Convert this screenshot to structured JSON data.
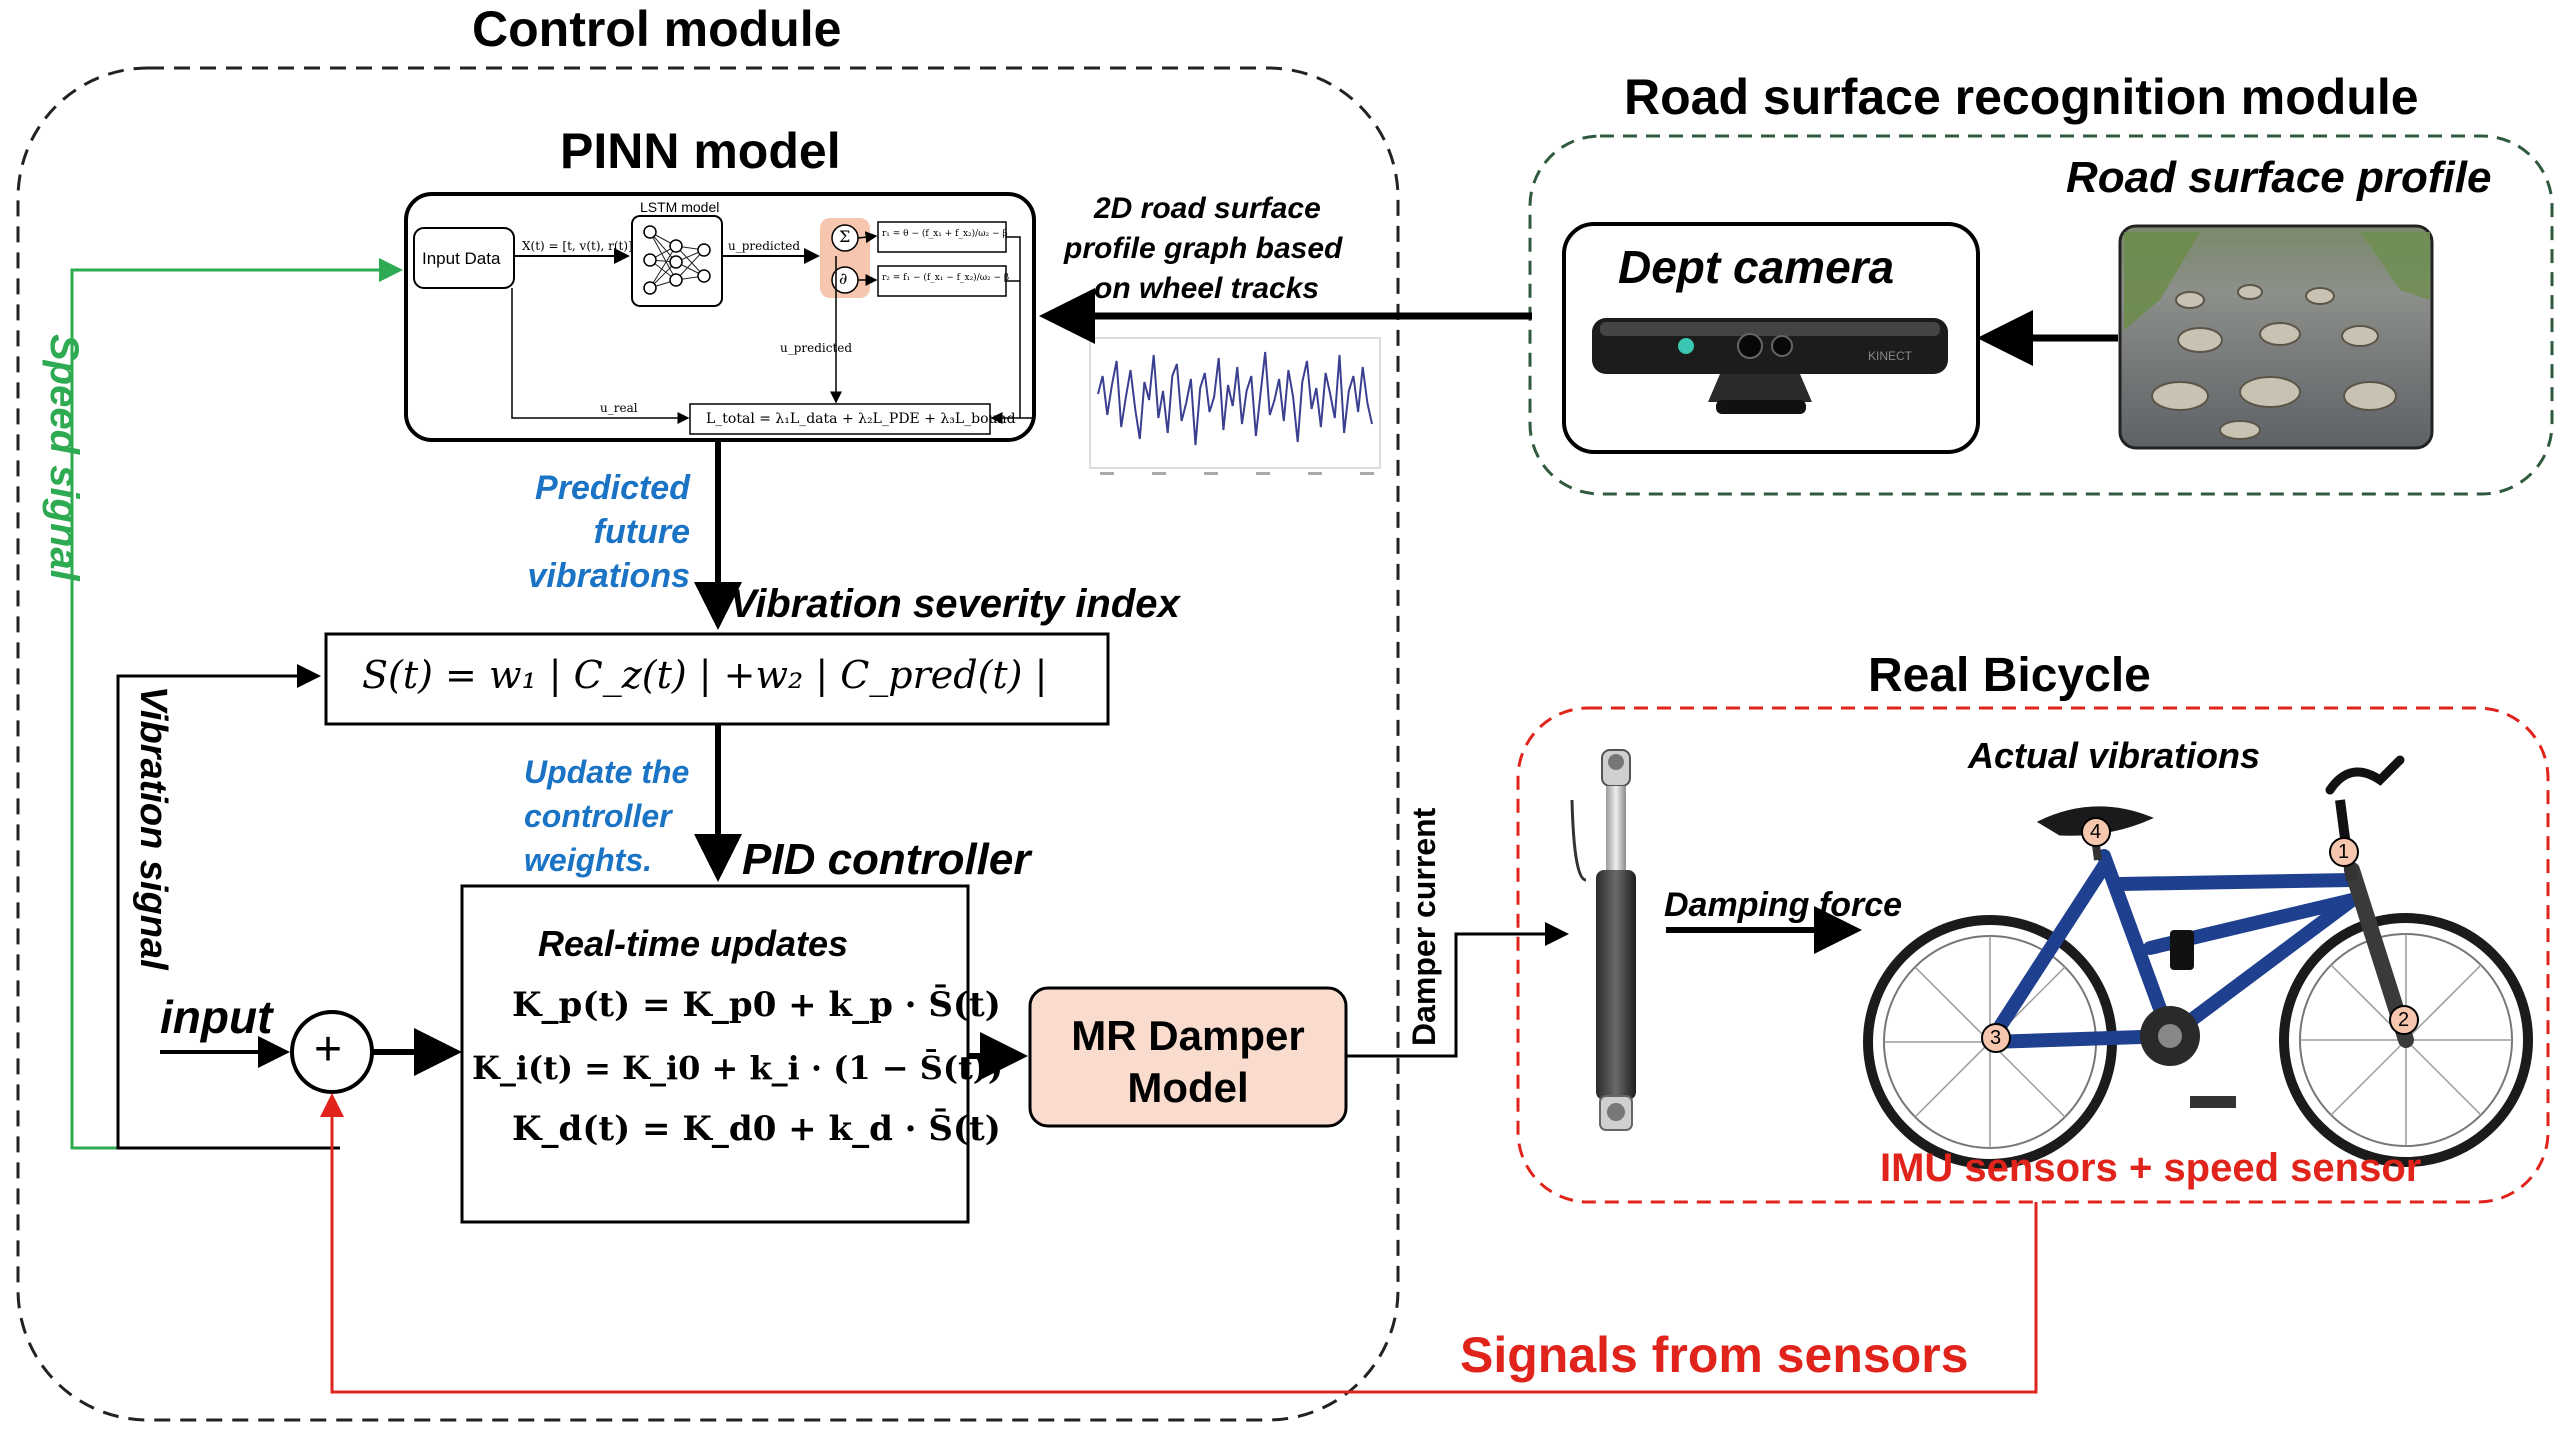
{
  "titles": {
    "control_module": "Control module",
    "pinn_model": "PINN model",
    "road_module": "Road surface recognition module",
    "road_profile": "Road surface profile",
    "real_bicycle": "Real Bicycle",
    "pid_controller": "PID controller",
    "vibration_severity": "Vibration severity index"
  },
  "pinn_box": {
    "input_data": "Input Data",
    "lstm_model": "LSTM model",
    "x_eq": "X(t) = [t, v(t), r(t)]",
    "u_pred": "u_predicted",
    "u_pred2": "u_predicted",
    "u_real": "u_real",
    "node_a": "Σ",
    "node_b": "∂",
    "eq1": "r₁ = θ − (f_x₁ + f_x₂)/ω₂ − β",
    "eq2": "r₂ = f₁ − (f_x₁ − f_x₂)/ω₂ − β",
    "loss": "L_total = λ₁L_data + λ₂L_PDE + λ₃L_bound"
  },
  "labels": {
    "road_graph": [
      "2D road surface",
      "profile graph based",
      "on wheel tracks"
    ],
    "predicted": [
      "Predicted",
      "future",
      "vibrations"
    ],
    "update": [
      "Update the",
      "controller",
      "weights."
    ],
    "speed_signal": "Speed signal",
    "vibration_signal": "Vibration signal",
    "input": "input",
    "plus": "+",
    "damper_current": "Damper current",
    "damping_force": "Damping force",
    "actual_vibrations": "Actual vibrations",
    "imu": "IMU sensors + speed sensor",
    "signals_from_sensors": "Signals from sensors",
    "dept_camera": "Dept camera",
    "camera_brand": "KINECT"
  },
  "severity_formula": "S(t) = w₁ | C_z(t) | +w₂ | C_pred(t) |",
  "pid_box": {
    "heading": "Real-time updates",
    "kp": "K_p(t) = K_p0 + k_p · S̄(t)",
    "ki": "K_i(t) = K_i0 + k_i · (1 − S̄(t))",
    "kd": "K_d(t) = K_d0 + k_d · S̄(t)"
  },
  "mr_damper": [
    "MR Damper",
    "Model"
  ],
  "sensor_markers": [
    "1",
    "2",
    "3",
    "4"
  ],
  "chart_data": {
    "type": "line",
    "title": "",
    "xlabel": "",
    "ylabel": "",
    "series": [
      {
        "values": [
          0.3,
          0.9,
          -0.4,
          0.6,
          1.4,
          -0.8,
          0.2,
          1.1,
          -0.2,
          -1.2,
          0.7,
          0.1,
          1.6,
          -0.5,
          0.4,
          -1.0,
          0.9,
          1.3,
          -0.6,
          0.0,
          0.8,
          -1.4,
          0.5,
          1.0,
          -0.3,
          0.2,
          1.5,
          -0.9,
          0.6,
          -0.1,
          1.2,
          -0.7,
          0.4,
          0.9,
          -1.1,
          0.3,
          1.7,
          -0.4,
          0.1,
          0.8,
          -0.6,
          1.1,
          0.2,
          -1.3,
          0.7,
          1.4,
          -0.2,
          0.5,
          -0.8,
          1.0,
          0.3,
          -0.5,
          1.6,
          -1.0,
          0.4,
          0.9,
          -0.3,
          1.2,
          0.0,
          -0.7
        ]
      }
    ]
  },
  "colors": {
    "black": "#000000",
    "blue_label": "#1a73c4",
    "green_line": "#2eaa52",
    "red_line": "#e0241b",
    "road_border": "#2f5a3e",
    "mr_fill": "#fadccf",
    "node_fill": "#f7c6ae",
    "chart_line": "#3a3f8f"
  }
}
